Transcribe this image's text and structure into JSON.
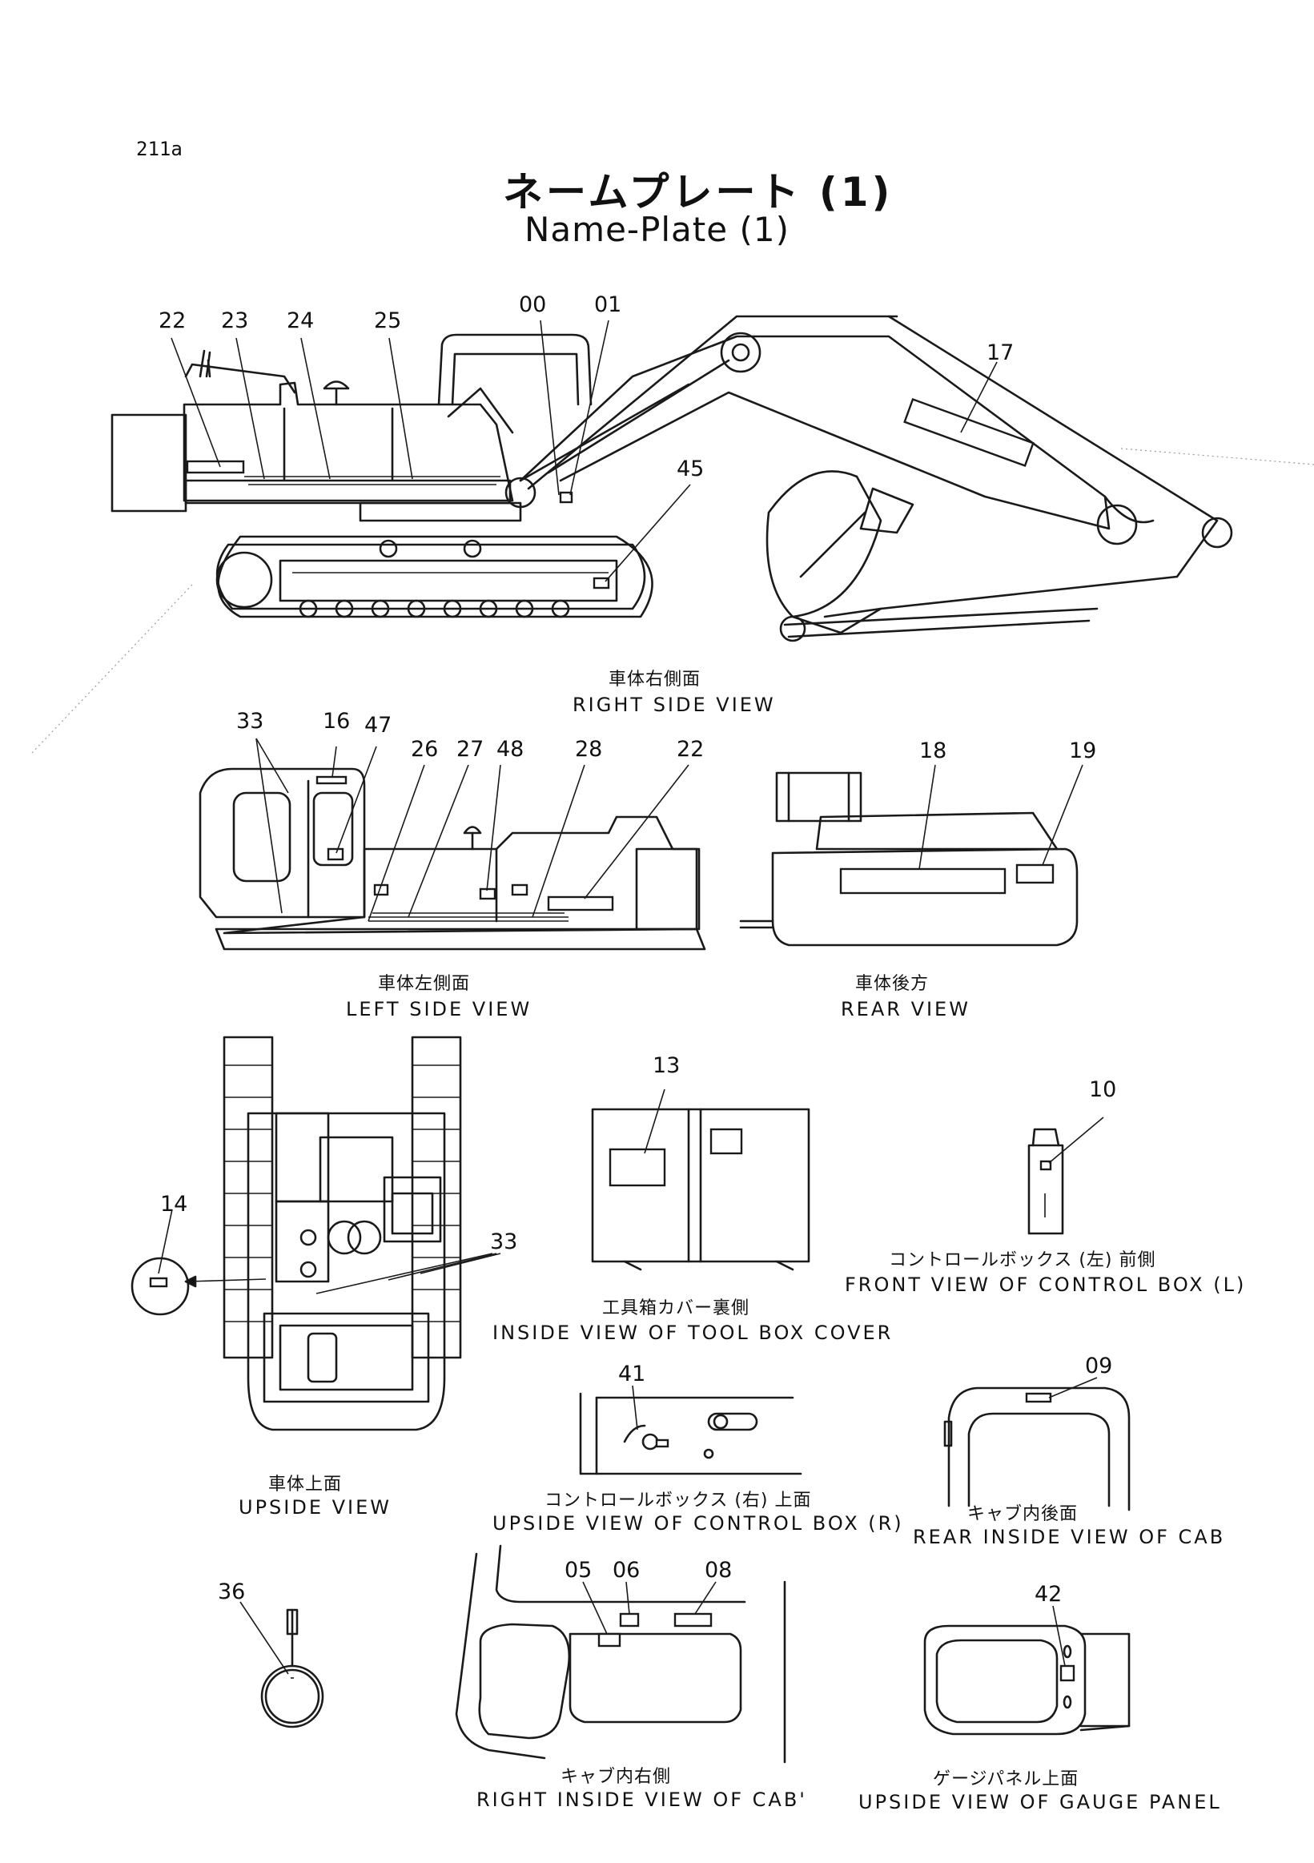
{
  "page_number": "211a",
  "title": {
    "japanese": "ネームプレート (1)",
    "english": "Name-Plate (1)"
  },
  "views": {
    "right_side": {
      "jp": "車体右側面",
      "en": "RIGHT  SIDE  VIEW",
      "callouts": [
        "22",
        "23",
        "24",
        "25",
        "00",
        "01",
        "17",
        "45"
      ]
    },
    "left_side": {
      "jp": "車体左側面",
      "en": "LEFT  SIDE  VIEW",
      "callouts": [
        "33",
        "16",
        "47",
        "26",
        "27",
        "48",
        "28",
        "22"
      ]
    },
    "rear": {
      "jp": "車体後方",
      "en": "REAR  VIEW",
      "callouts": [
        "18",
        "19"
      ]
    },
    "tool_box": {
      "jp": "工具箱カバー裏側",
      "en": "INSIDE  VIEW  OF  TOOL  BOX  COVER",
      "callouts": [
        "13"
      ]
    },
    "control_box_l": {
      "jp": "コントロールボックス (左) 前側",
      "en": "FRONT  VIEW  OF  CONTROL  BOX (L)",
      "callouts": [
        "10"
      ]
    },
    "upside": {
      "jp": "車体上面",
      "en": "UPSIDE  VIEW",
      "callouts": [
        "14",
        "33"
      ]
    },
    "control_box_r": {
      "jp": "コントロールボックス (右) 上面",
      "en": "UPSIDE  VIEW  OF  CONTROL  BOX (R)",
      "callouts": [
        "41"
      ]
    },
    "cab_rear": {
      "jp": "キャブ内後面",
      "en": "REAR  INSIDE  VIEW  OF  CAB",
      "callouts": [
        "09"
      ]
    },
    "misc": {
      "callouts": [
        "36"
      ]
    },
    "cab_right": {
      "jp": "キャブ内右側",
      "en": "RIGHT  INSIDE  VIEW  OF  CAB'",
      "callouts": [
        "05",
        "06",
        "08"
      ]
    },
    "gauge_panel": {
      "jp": "ゲージパネル上面",
      "en": "UPSIDE  VIEW  OF  GAUGE  PANEL",
      "callouts": [
        "42"
      ]
    }
  }
}
